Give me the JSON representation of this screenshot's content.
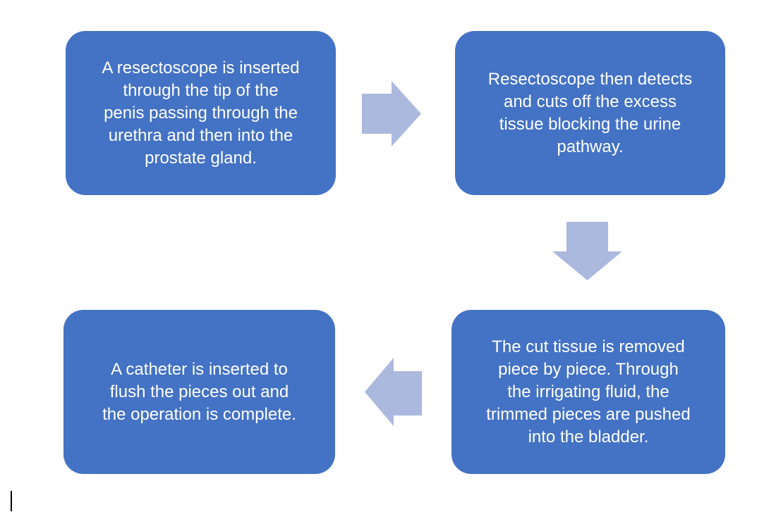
{
  "colors": {
    "background": "#ffffff",
    "box_fill": "#4472c4",
    "box_text": "#ffffff",
    "arrow_fill": "#acb9de",
    "cursor": "#000000"
  },
  "flowchart": {
    "steps": [
      {
        "id": 1,
        "lines": [
          "A resectoscope is inserted",
          "through the tip of the",
          "penis passing through the",
          "urethra and then into the",
          "prostate gland."
        ]
      },
      {
        "id": 2,
        "lines": [
          "Resectoscope then detects",
          "and cuts off the excess",
          "tissue blocking the urine",
          "pathway."
        ]
      },
      {
        "id": 3,
        "lines": [
          "The cut tissue is removed",
          "piece by piece. Through",
          "the irrigating fluid, the",
          "trimmed pieces are pushed",
          "into the bladder."
        ]
      },
      {
        "id": 4,
        "lines": [
          "A catheter is inserted to",
          "flush the pieces out and",
          "the operation is complete."
        ]
      }
    ],
    "connectors": [
      {
        "direction": "right"
      },
      {
        "direction": "down"
      },
      {
        "direction": "left"
      }
    ]
  }
}
